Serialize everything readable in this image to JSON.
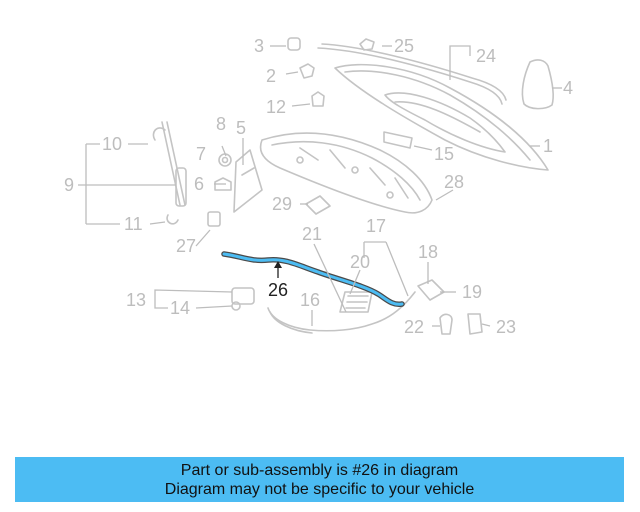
{
  "diagram": {
    "highlighted_part": "26",
    "highlight_color": "#4cbcf3",
    "callouts": [
      "1",
      "2",
      "3",
      "4",
      "5",
      "6",
      "7",
      "8",
      "9",
      "10",
      "11",
      "12",
      "13",
      "14",
      "15",
      "16",
      "17",
      "18",
      "19",
      "20",
      "21",
      "22",
      "23",
      "24",
      "25",
      "26",
      "27",
      "28",
      "29"
    ]
  },
  "caption": {
    "line1": "Part or sub-assembly is #26 in diagram",
    "line2": "Diagram may not be specific to your vehicle",
    "background": "#4cbcf3"
  }
}
